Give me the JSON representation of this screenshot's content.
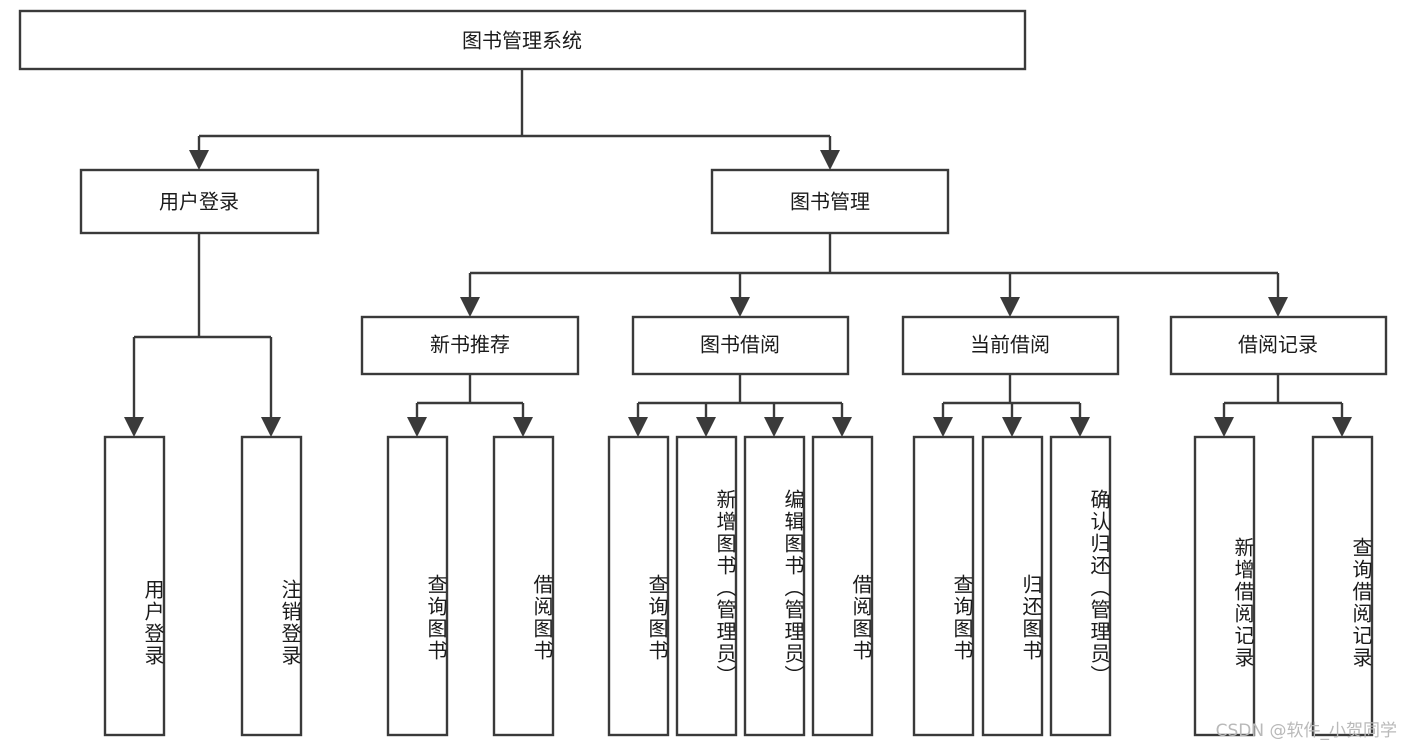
{
  "diagram": {
    "title_node": {
      "label": "图书管理系统"
    },
    "level2": [
      {
        "id": "user-login",
        "label": "用户登录"
      },
      {
        "id": "book-management",
        "label": "图书管理"
      }
    ],
    "level3": [
      {
        "id": "new-book-recommend",
        "label": "新书推荐"
      },
      {
        "id": "book-borrow",
        "label": "图书借阅"
      },
      {
        "id": "current-borrow",
        "label": "当前借阅"
      },
      {
        "id": "borrow-record",
        "label": "借阅记录"
      }
    ],
    "leaves": [
      {
        "id": "leaf-user-login",
        "label": "用户登录",
        "parent": "user-login"
      },
      {
        "id": "leaf-logout-login",
        "label": "注销登录",
        "parent": "user-login"
      },
      {
        "id": "leaf-query-book-1",
        "label": "查询图书",
        "parent": "new-book-recommend"
      },
      {
        "id": "leaf-borrow-book-1",
        "label": "借阅图书",
        "parent": "new-book-recommend"
      },
      {
        "id": "leaf-query-book-2",
        "label": "查询图书",
        "parent": "book-borrow"
      },
      {
        "id": "leaf-add-book",
        "label": "新增图书（管理员）",
        "parent": "book-borrow"
      },
      {
        "id": "leaf-edit-book",
        "label": "编辑图书（管理员）",
        "parent": "book-borrow"
      },
      {
        "id": "leaf-borrow-book-2",
        "label": "借阅图书",
        "parent": "book-borrow"
      },
      {
        "id": "leaf-query-book-3",
        "label": "查询图书",
        "parent": "current-borrow"
      },
      {
        "id": "leaf-return-book",
        "label": "归还图书",
        "parent": "current-borrow"
      },
      {
        "id": "leaf-confirm-return",
        "label": "确认归还（管理员）",
        "parent": "current-borrow"
      },
      {
        "id": "leaf-add-record",
        "label": "新增借阅记录",
        "parent": "borrow-record"
      },
      {
        "id": "leaf-query-record",
        "label": "查询借阅记录",
        "parent": "borrow-record"
      }
    ],
    "watermark": "CSDN @软件_小贺同学",
    "colors": {
      "stroke": "#3a3a3a",
      "text": "#1b1b1b",
      "background": "#ffffff",
      "watermark": "#b9b9b9"
    }
  }
}
